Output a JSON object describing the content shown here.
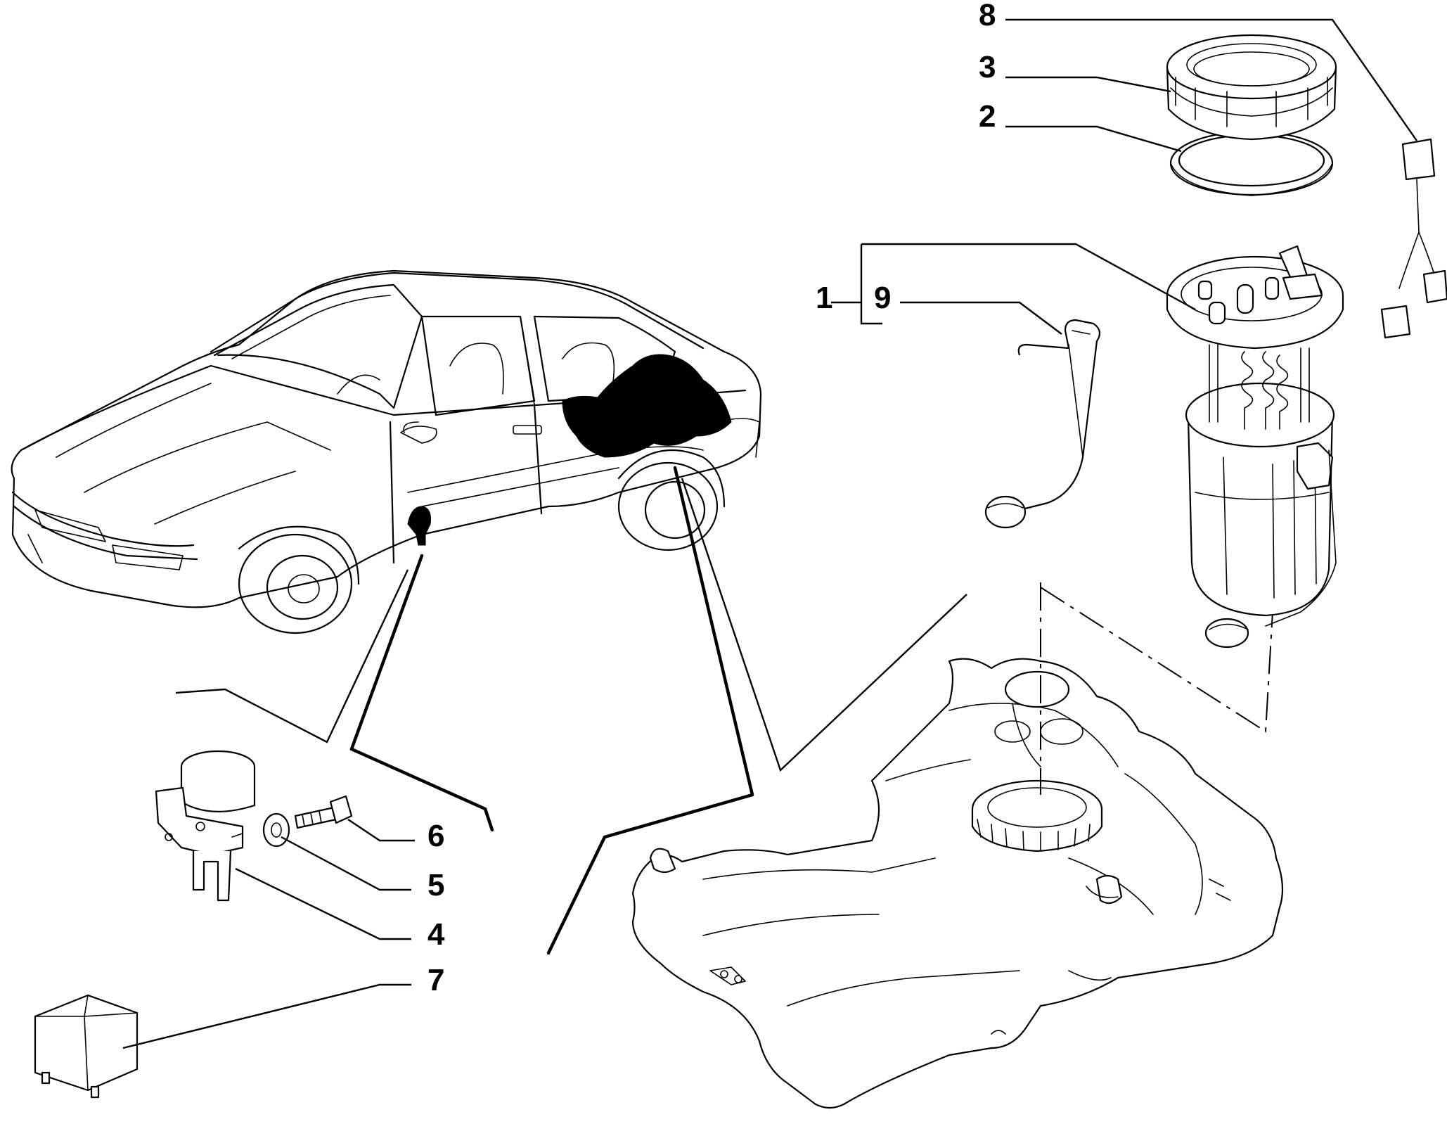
{
  "callouts": [
    {
      "id": "8",
      "label": "8"
    },
    {
      "id": "3",
      "label": "3"
    },
    {
      "id": "2",
      "label": "2"
    },
    {
      "id": "1",
      "label": "1"
    },
    {
      "id": "9",
      "label": "9"
    },
    {
      "id": "6",
      "label": "6"
    },
    {
      "id": "5",
      "label": "5"
    },
    {
      "id": "4",
      "label": "4"
    },
    {
      "id": "7",
      "label": "7"
    }
  ]
}
